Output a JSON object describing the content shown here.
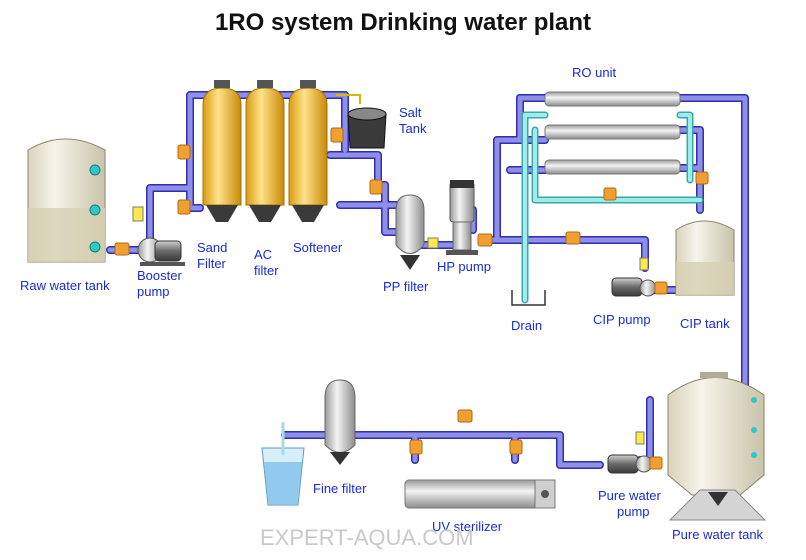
{
  "title": "1RO system Drinking water plant",
  "labels": {
    "raw_water_tank": "Raw water tank",
    "booster_pump_1": "Booster",
    "booster_pump_2": "pump",
    "sand_filter_1": "Sand",
    "sand_filter_2": "Filter",
    "ac_filter_1": "AC",
    "ac_filter_2": "filter",
    "softener": "Softener",
    "salt_tank_1": "Salt",
    "salt_tank_2": "Tank",
    "pp_filter": "PP filter",
    "hp_pump": "HP pump",
    "ro_unit": "RO unit",
    "drain": "Drain",
    "cip_pump": "CIP pump",
    "cip_tank": "CIP tank",
    "fine_filter": "Fine filter",
    "uv_sterilizer": "UV sterilizer",
    "pure_water_pump_1": "Pure water",
    "pure_water_pump_2": "pump",
    "pure_water_tank": "Pure water tank"
  },
  "watermark": "EXPERT-AQUA.COM",
  "colors": {
    "pipe": "#8f8fe8",
    "pipe_outline": "#2f2fb0",
    "recycle_pipe": "#8fe6e6",
    "valve": "#f0a030",
    "filter_vessel": "#f2c040",
    "tank": "#e9e4d0",
    "label": "#1a2bd6"
  }
}
